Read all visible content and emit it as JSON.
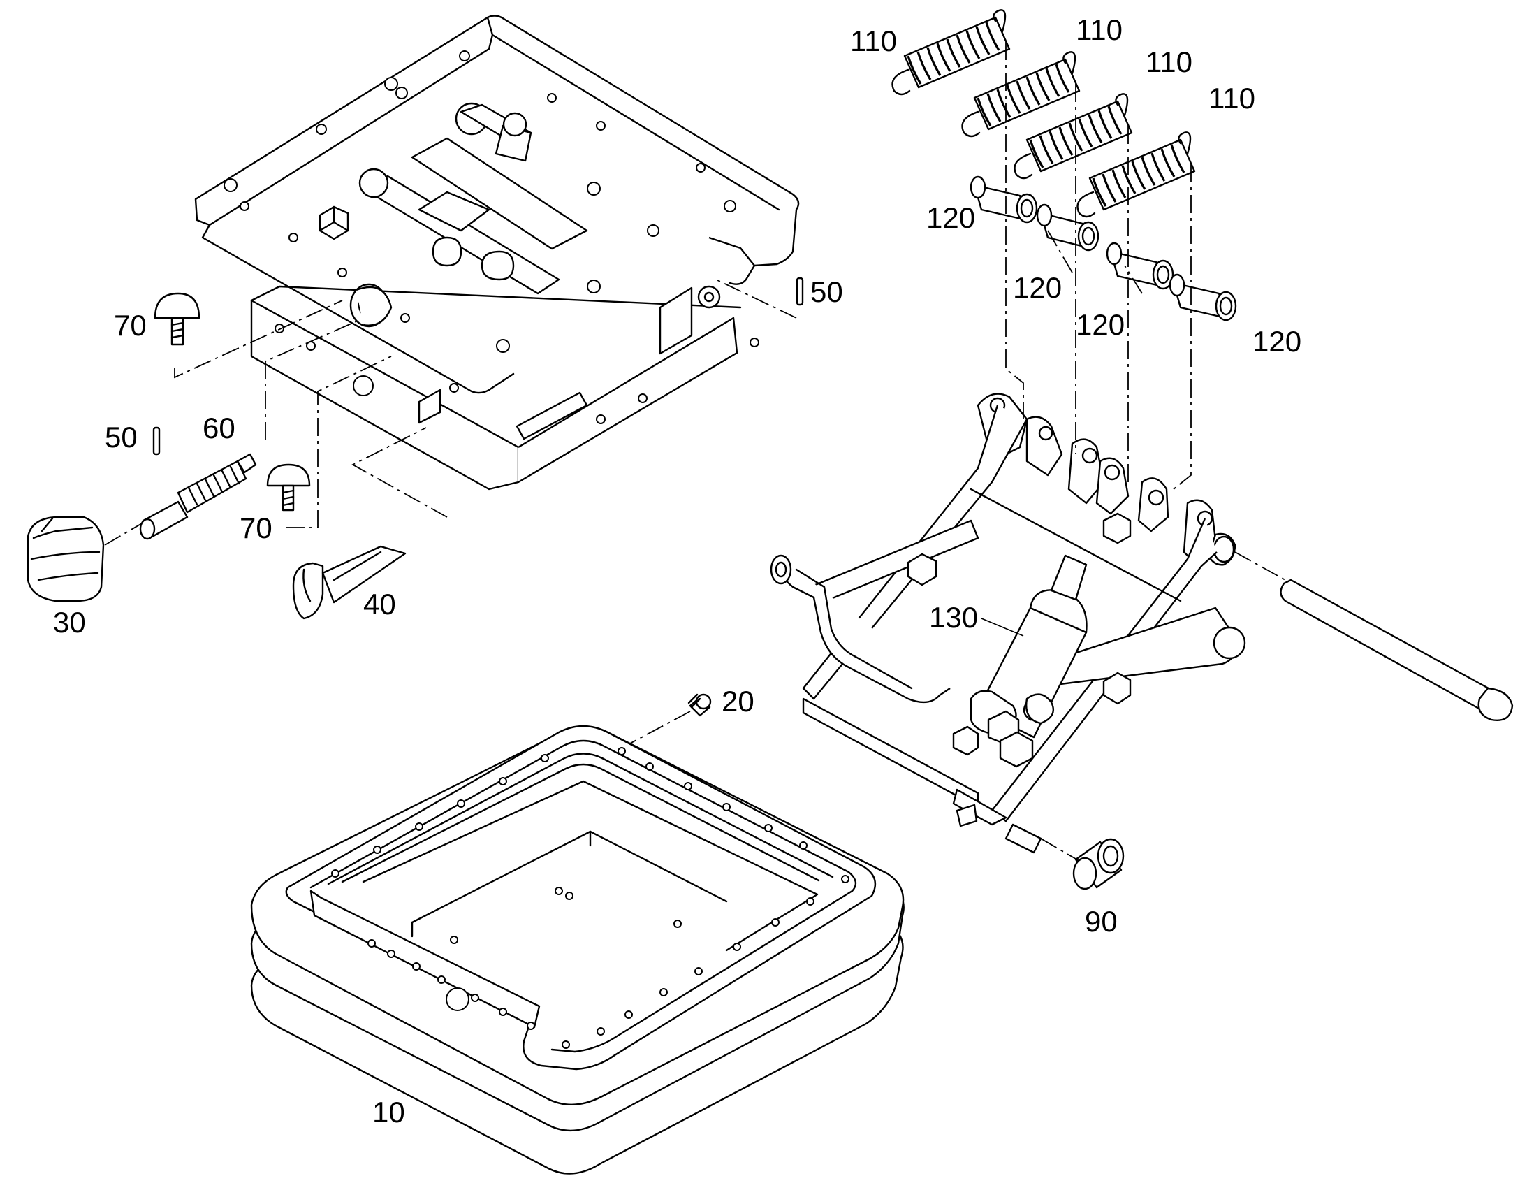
{
  "callouts": {
    "c10": "10",
    "c20": "20",
    "c30": "30",
    "c40": "40",
    "c50a": "50",
    "c50b": "50",
    "c60": "60",
    "c70a": "70",
    "c70b": "70",
    "c90": "90",
    "c110a": "110",
    "c110b": "110",
    "c110c": "110",
    "c110d": "110",
    "c120a": "120",
    "c120b": "120",
    "c120c": "120",
    "c120d": "120",
    "c130": "130"
  }
}
